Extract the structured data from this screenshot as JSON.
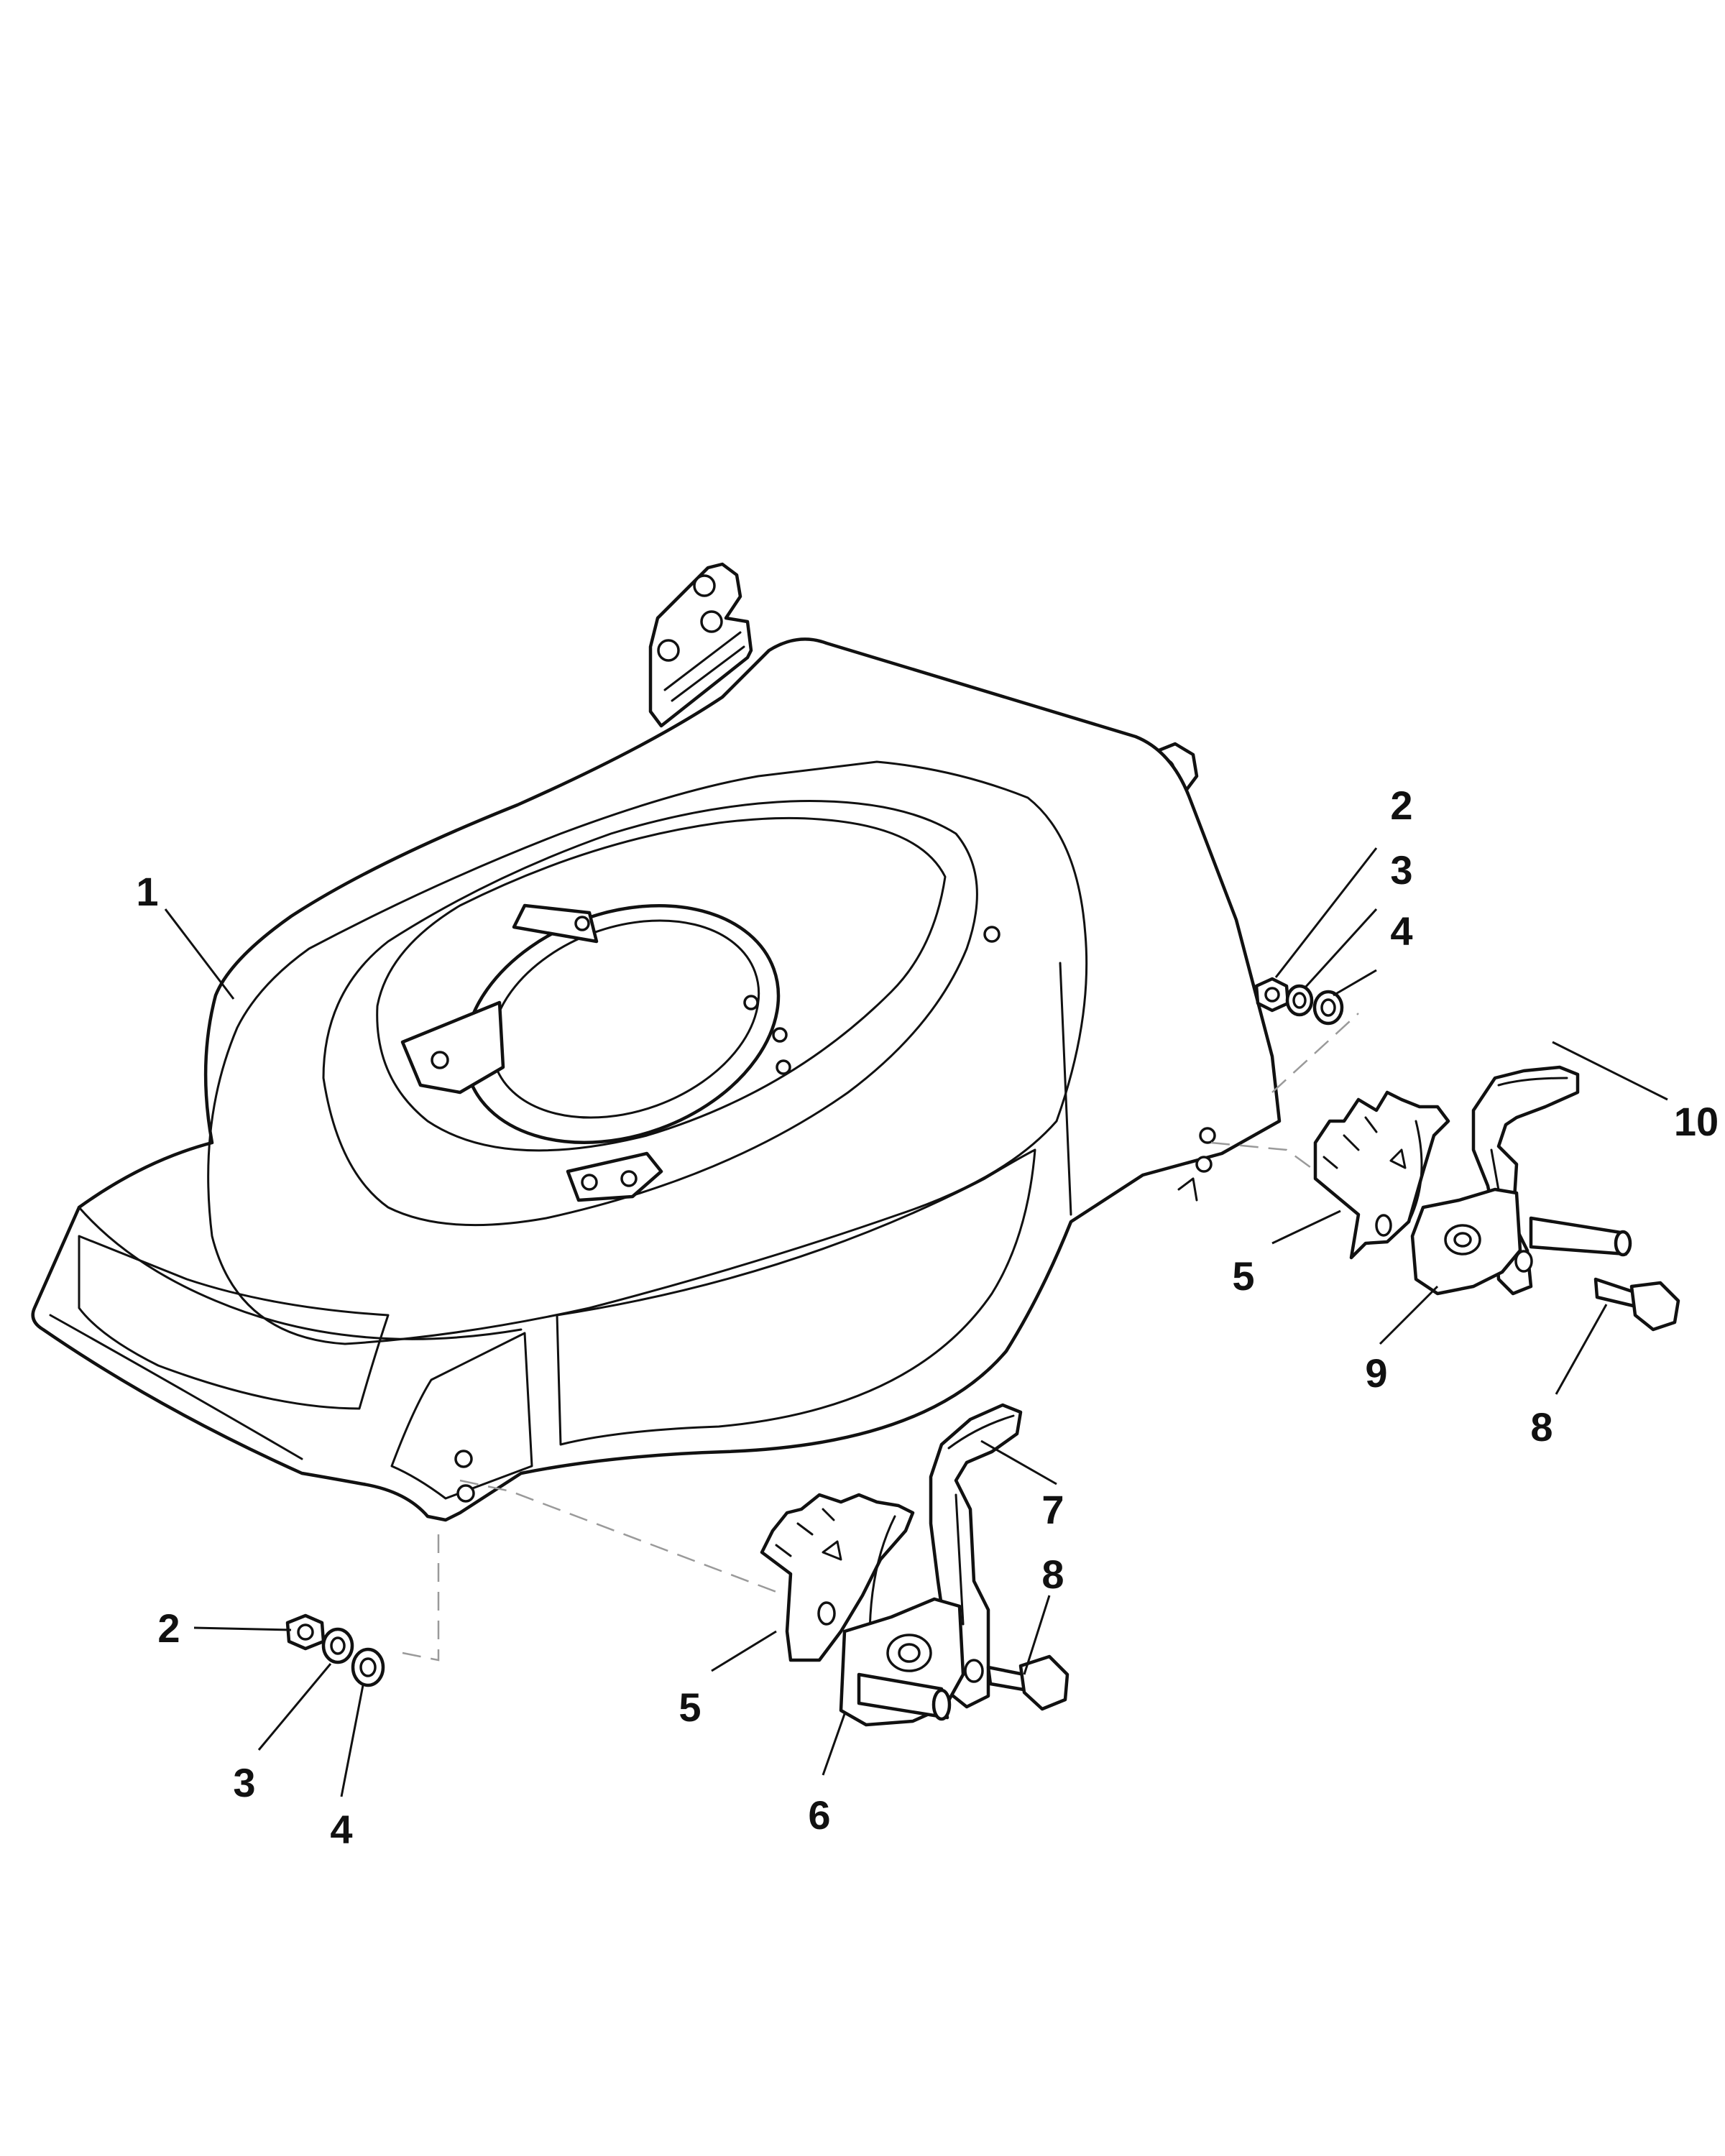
{
  "callouts": [
    {
      "id": "c1",
      "label": "1"
    },
    {
      "id": "c2a",
      "label": "2"
    },
    {
      "id": "c3a",
      "label": "3"
    },
    {
      "id": "c4a",
      "label": "4"
    },
    {
      "id": "c10",
      "label": "10"
    },
    {
      "id": "c5a",
      "label": "5"
    },
    {
      "id": "c9",
      "label": "9"
    },
    {
      "id": "c8a",
      "label": "8"
    },
    {
      "id": "c7",
      "label": "7"
    },
    {
      "id": "c8b",
      "label": "8"
    },
    {
      "id": "c5b",
      "label": "5"
    },
    {
      "id": "c6",
      "label": "6"
    },
    {
      "id": "c2b",
      "label": "2"
    },
    {
      "id": "c3b",
      "label": "3"
    },
    {
      "id": "c4b",
      "label": "4"
    }
  ]
}
